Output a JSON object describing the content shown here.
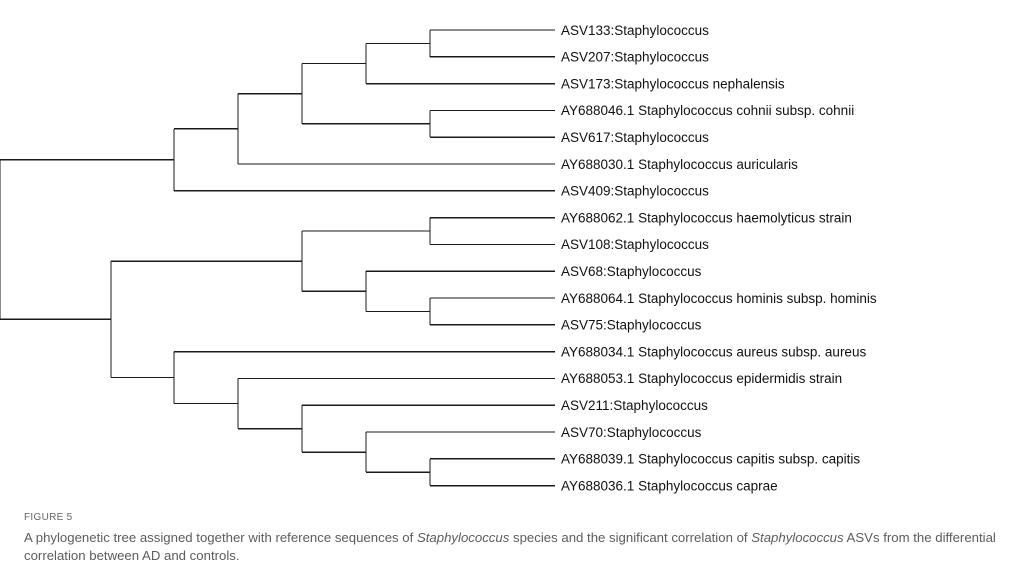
{
  "figure": {
    "label": "FIGURE 5",
    "caption_segments": [
      {
        "text": "A phylogenetic tree assigned together with reference sequences of ",
        "italic": false
      },
      {
        "text": "Staphylococcus",
        "italic": true
      },
      {
        "text": " species and the significant correlation of ",
        "italic": false
      },
      {
        "text": "Staphylococcus",
        "italic": true
      },
      {
        "text": " ASVs from the differential correlation between AD and controls.",
        "italic": false
      }
    ]
  },
  "tree": {
    "leaves": [
      "ASV133:Staphylococcus",
      "ASV207:Staphylococcus",
      "ASV173:Staphylococcus nephalensis",
      "AY688046.1 Staphylococcus cohnii subsp. cohnii",
      "ASV617:Staphylococcus",
      "AY688030.1 Staphylococcus auricularis",
      "ASV409:Staphylococcus",
      "AY688062.1 Staphylococcus haemolyticus strain",
      "ASV108:Staphylococcus",
      "ASV68:Staphylococcus",
      "AY688064.1 Staphylococcus hominis subsp. hominis",
      "ASV75:Staphylococcus",
      "AY688034.1 Staphylococcus aureus subsp. aureus",
      "AY688053.1 Staphylococcus epidermidis strain",
      "ASV211:Staphylococcus",
      "ASV70:Staphylococcus",
      "AY688039.1 Staphylococcus capitis subsp. capitis",
      "AY688036.1 Staphylococcus caprae"
    ],
    "topology": [
      [
        [
          [
            [
              [
                0,
                1
              ],
              2
            ],
            [
              3,
              4
            ]
          ],
          5
        ],
        6
      ],
      [
        [
          [
            7,
            8
          ],
          [
            9,
            [
              10,
              11
            ]
          ]
        ],
        [
          12,
          [
            13,
            [
              14,
              [
                15,
                [
                  16,
                  17
                ]
              ]
            ]
          ]
        ]
      ]
    ]
  }
}
